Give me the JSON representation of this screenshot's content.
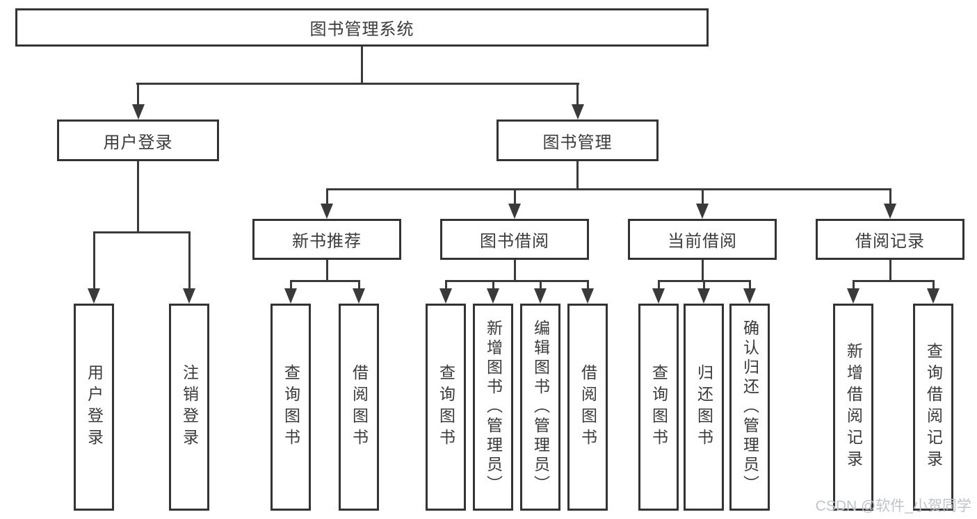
{
  "tree": {
    "root": "图书管理系统",
    "children": [
      {
        "label": "用户登录",
        "children": [
          "用户登录",
          "注销登录"
        ]
      },
      {
        "label": "图书管理",
        "children": [
          {
            "label": "新书推荐",
            "children": [
              "查询图书",
              "借阅图书"
            ]
          },
          {
            "label": "图书借阅",
            "children": [
              "查询图书",
              "新增图书（管理员）",
              "编辑图书（管理员）",
              "借阅图书"
            ]
          },
          {
            "label": "当前借阅",
            "children": [
              "查询图书",
              "归还图书",
              "确认归还（管理员）"
            ]
          },
          {
            "label": "借阅记录",
            "children": [
              "新增借阅记录",
              "查询借阅记录"
            ]
          }
        ]
      }
    ]
  },
  "watermark": "CSDN @软件_小贺同学",
  "colors": {
    "line": "#3a3a3a",
    "box_border": "#333333",
    "text": "#3a3a3a",
    "watermark": "#c0c3c8",
    "background": "#ffffff"
  }
}
